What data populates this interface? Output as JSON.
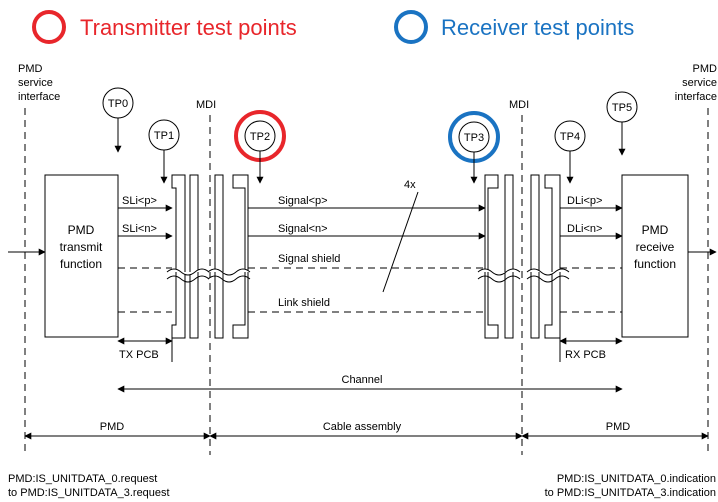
{
  "legend": {
    "transmitter": "Transmitter test points",
    "receiver": "Receiver test points",
    "transmitter_color": "#e8262b",
    "receiver_color": "#1a73c2"
  },
  "interfaces": {
    "pmd_service_left": [
      "PMD",
      "service",
      "interface"
    ],
    "pmd_service_right": [
      "PMD",
      "service",
      "interface"
    ],
    "mdi_left": "MDI",
    "mdi_right": "MDI"
  },
  "test_points": {
    "tp0": "TP0",
    "tp1": "TP1",
    "tp2": "TP2",
    "tp3": "TP3",
    "tp4": "TP4",
    "tp5": "TP5"
  },
  "blocks": {
    "tx_function": [
      "PMD",
      "transmit",
      "function"
    ],
    "rx_function": [
      "PMD",
      "receive",
      "function"
    ]
  },
  "signals": {
    "sli_p": "SLi<p>",
    "sli_n": "SLi<n>",
    "dli_p": "DLi<p>",
    "dli_n": "DLi<n>",
    "signal_p": "Signal<p>",
    "signal_n": "Signal<n>",
    "signal_shield": "Signal shield",
    "link_shield": "Link shield",
    "multiplicity": "4x"
  },
  "spans": {
    "tx_pcb": "TX PCB",
    "rx_pcb": "RX PCB",
    "channel": "Channel",
    "pmd_left": "PMD",
    "cable_assembly": "Cable assembly",
    "pmd_right": "PMD"
  },
  "footer": {
    "left": [
      "PMD:IS_UNITDATA_0.request",
      "to PMD:IS_UNITDATA_3.request"
    ],
    "right": [
      "PMD:IS_UNITDATA_0.indication",
      "to PMD:IS_UNITDATA_3.indication"
    ]
  }
}
